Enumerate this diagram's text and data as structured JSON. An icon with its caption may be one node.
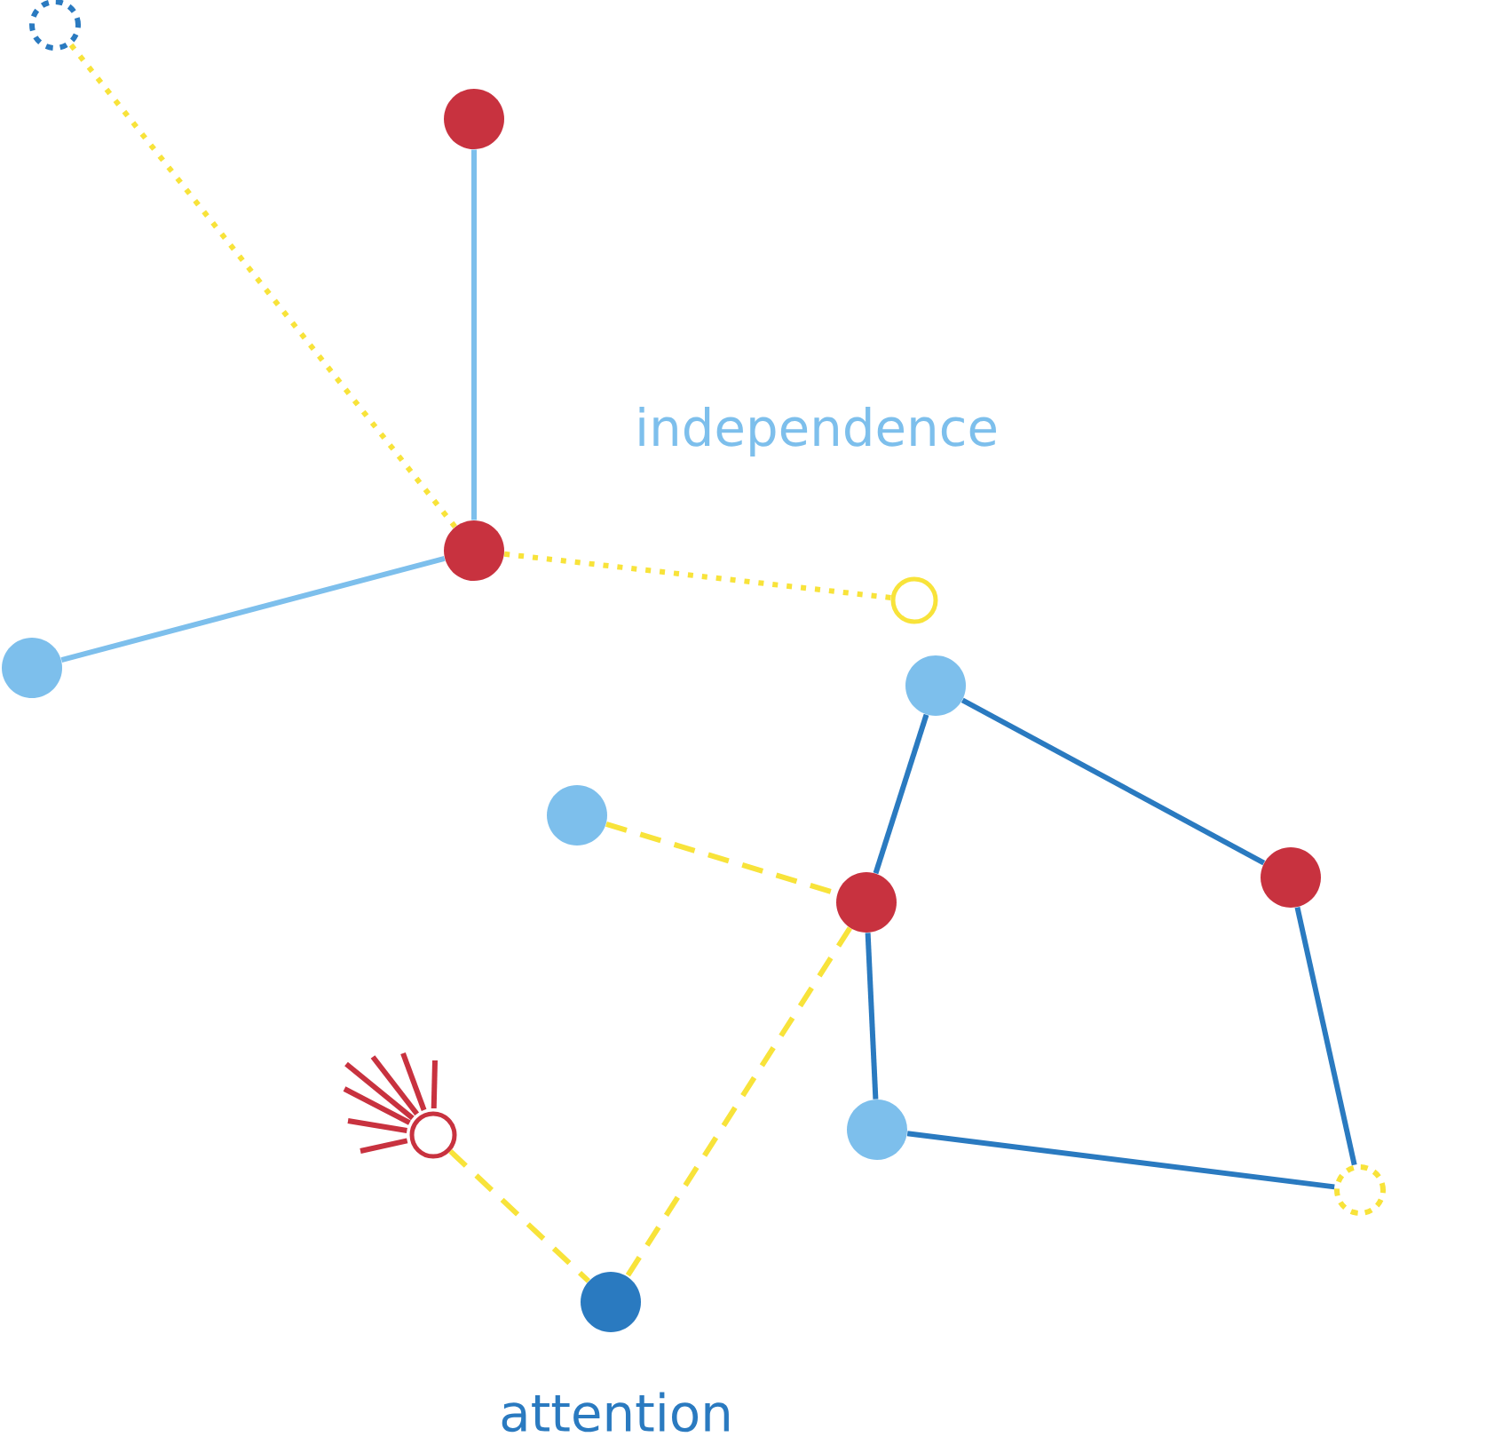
{
  "diagram": {
    "nodes": [
      {
        "text": [],
        "shape": "circle"
      },
      {
        "text": [],
        "shape": "circle"
      },
      {
        "text": [],
        "shape": "circle"
      },
      {
        "text": [],
        "shape": "circle"
      },
      {
        "text": [],
        "shape": "circle"
      },
      {
        "text": [],
        "shape": "circle"
      },
      {
        "text": [],
        "shape": "circle"
      },
      {
        "text": [],
        "shape": "circle"
      },
      {
        "text": [],
        "shape": "circle"
      },
      {
        "text": [],
        "shape": "circle"
      },
      {
        "text": [],
        "shape": "circle"
      },
      {
        "text": [],
        "shape": "circle"
      },
      {
        "text": [],
        "shape": "circle"
      }
    ],
    "edges": [
      {
        "from": 0,
        "to": 2,
        "arrow": "none",
        "style": "dashed",
        "color": "#f8e33a"
      },
      {
        "from": 1,
        "to": 2,
        "arrow": "none",
        "color": "#7dbfec"
      },
      {
        "from": 2,
        "to": 3,
        "arrow": "none",
        "color": "#7dbfec"
      },
      {
        "from": 2,
        "to": 4,
        "arrow": "none",
        "style": "dashed",
        "color": "#f8e33a"
      },
      {
        "from": 5,
        "to": 7,
        "arrow": "none",
        "color": "#2a7ac0"
      },
      {
        "from": 5,
        "to": 8,
        "arrow": "none",
        "color": "#2a7ac0"
      },
      {
        "from": 8,
        "to": 11,
        "arrow": "none",
        "color": "#2a7ac0"
      },
      {
        "from": 10,
        "to": 11,
        "arrow": "none",
        "color": "#2a7ac0"
      },
      {
        "from": 7,
        "to": 10,
        "arrow": "none",
        "color": "#2a7ac0"
      },
      {
        "from": 6,
        "to": 7,
        "arrow": "none",
        "style": "dashed",
        "color": "#f8e33a"
      },
      {
        "from": 7,
        "to": 12,
        "arrow": "none",
        "style": "dashed",
        "color": "#f8e33a"
      },
      {
        "from": 9,
        "to": 12,
        "arrow": "none",
        "style": "dashed",
        "color": "#f8e33a"
      }
    ],
    "labels": [
      "independence",
      "attention"
    ]
  }
}
